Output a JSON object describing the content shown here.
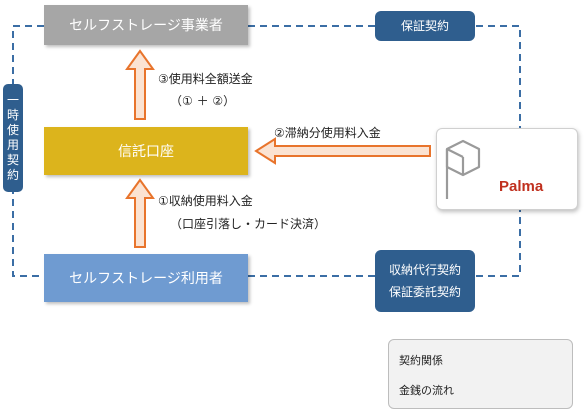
{
  "nodes": {
    "operator": "セルフストレージ事業者",
    "trust_account": "信託口座",
    "user": "セルフストレージ利用者",
    "palma": "Palma"
  },
  "contracts": {
    "guarantee": "保証契約",
    "collection_agency": "収納代行契約",
    "guarantee_consignment": "保証委託契約",
    "temporary_use": [
      "一",
      "時",
      "使",
      "用",
      "契",
      "約"
    ]
  },
  "flows": {
    "remit_line1": "③使用料全額送金",
    "remit_line2": "（① ＋ ②）",
    "arrears_payment": "②滞納分使用料入金",
    "collection_line1": "①収納使用料入金",
    "collection_line2": "（口座引落し・カード決済）"
  },
  "legend": {
    "contract_relation": "契約関係",
    "money_flow": "金銭の流れ"
  },
  "colors": {
    "operator_box": "#a6a6a6",
    "trust_box": "#dcb41c",
    "user_box": "#6f9bd1",
    "contract_badge": "#2f5e8e",
    "contract_line": "#3b6ea5",
    "arrow_fill": "#fbe3d2",
    "arrow_stroke": "#e8742c",
    "palma_red": "#c0301e"
  },
  "icons": {
    "palma_logo": "palma-p-logo-icon"
  }
}
